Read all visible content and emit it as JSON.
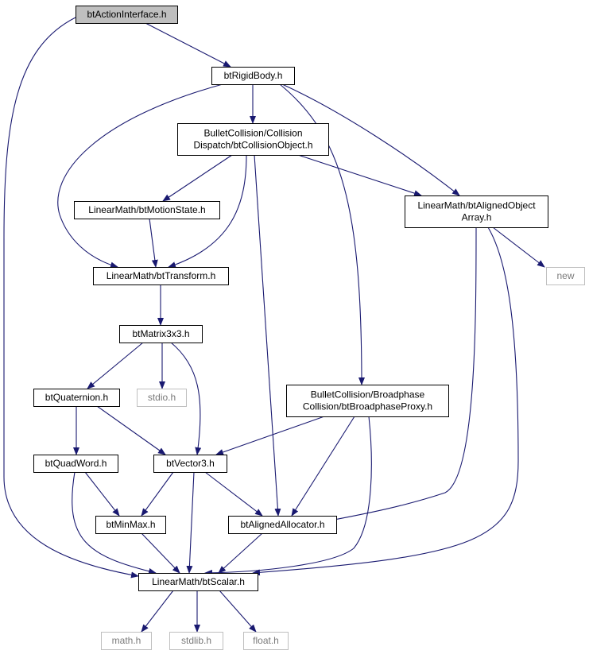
{
  "graph": {
    "nodes": {
      "btActionInterface": {
        "lines": [
          "btActionInterface.h"
        ],
        "root": true
      },
      "btRigidBody": {
        "lines": [
          "btRigidBody.h"
        ]
      },
      "btCollisionObject": {
        "lines": [
          "BulletCollision/Collision",
          "Dispatch/btCollisionObject.h"
        ]
      },
      "btAlignedObjectArray": {
        "lines": [
          "LinearMath/btAlignedObject",
          "Array.h"
        ]
      },
      "btMotionState": {
        "lines": [
          "LinearMath/btMotionState.h"
        ]
      },
      "btTransform": {
        "lines": [
          "LinearMath/btTransform.h"
        ]
      },
      "new": {
        "lines": [
          "new"
        ],
        "external": true
      },
      "btMatrix3x3": {
        "lines": [
          "btMatrix3x3.h"
        ]
      },
      "btQuaternion": {
        "lines": [
          "btQuaternion.h"
        ]
      },
      "stdio": {
        "lines": [
          "stdio.h"
        ],
        "external": true
      },
      "btBroadphaseProxy": {
        "lines": [
          "BulletCollision/Broadphase",
          "Collision/btBroadphaseProxy.h"
        ]
      },
      "btQuadWord": {
        "lines": [
          "btQuadWord.h"
        ]
      },
      "btVector3": {
        "lines": [
          "btVector3.h"
        ]
      },
      "btMinMax": {
        "lines": [
          "btMinMax.h"
        ]
      },
      "btAlignedAllocator": {
        "lines": [
          "btAlignedAllocator.h"
        ]
      },
      "btScalar": {
        "lines": [
          "LinearMath/btScalar.h"
        ]
      },
      "math": {
        "lines": [
          "math.h"
        ],
        "external": true
      },
      "stdlib": {
        "lines": [
          "stdlib.h"
        ],
        "external": true
      },
      "float": {
        "lines": [
          "float.h"
        ],
        "external": true
      }
    },
    "edges": [
      [
        "btActionInterface",
        "btRigidBody"
      ],
      [
        "btActionInterface",
        "btScalar"
      ],
      [
        "btRigidBody",
        "btCollisionObject"
      ],
      [
        "btRigidBody",
        "btAlignedObjectArray"
      ],
      [
        "btRigidBody",
        "btTransform"
      ],
      [
        "btRigidBody",
        "btBroadphaseProxy"
      ],
      [
        "btCollisionObject",
        "btMotionState"
      ],
      [
        "btCollisionObject",
        "btTransform"
      ],
      [
        "btCollisionObject",
        "btAlignedObjectArray"
      ],
      [
        "btCollisionObject",
        "btAlignedAllocator"
      ],
      [
        "btMotionState",
        "btTransform"
      ],
      [
        "btAlignedObjectArray",
        "new"
      ],
      [
        "btAlignedObjectArray",
        "btAlignedAllocator"
      ],
      [
        "btAlignedObjectArray",
        "btScalar"
      ],
      [
        "btTransform",
        "btMatrix3x3"
      ],
      [
        "btMatrix3x3",
        "btQuaternion"
      ],
      [
        "btMatrix3x3",
        "stdio"
      ],
      [
        "btMatrix3x3",
        "btVector3"
      ],
      [
        "btQuaternion",
        "btQuadWord"
      ],
      [
        "btQuaternion",
        "btVector3"
      ],
      [
        "btBroadphaseProxy",
        "btVector3"
      ],
      [
        "btBroadphaseProxy",
        "btAlignedAllocator"
      ],
      [
        "btBroadphaseProxy",
        "btScalar"
      ],
      [
        "btQuadWord",
        "btMinMax"
      ],
      [
        "btQuadWord",
        "btScalar"
      ],
      [
        "btVector3",
        "btMinMax"
      ],
      [
        "btVector3",
        "btAlignedAllocator"
      ],
      [
        "btVector3",
        "btScalar"
      ],
      [
        "btMinMax",
        "btScalar"
      ],
      [
        "btAlignedAllocator",
        "btScalar"
      ],
      [
        "btScalar",
        "math"
      ],
      [
        "btScalar",
        "stdlib"
      ],
      [
        "btScalar",
        "float"
      ]
    ],
    "colors": {
      "edge": "#191970",
      "root_fill": "#bfbfbf",
      "external_border": "#bfbfbf",
      "node_border": "#000000"
    }
  }
}
